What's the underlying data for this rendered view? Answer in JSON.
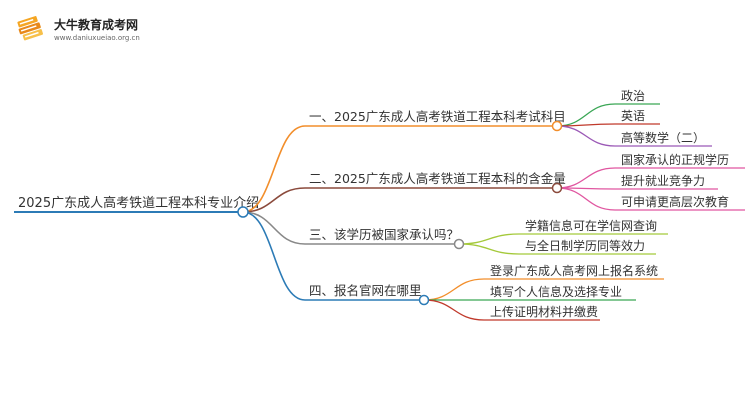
{
  "logo": {
    "name": "大牛教育成考网",
    "url": "www.daniuxueiao.org.cn",
    "icon": "book-stack-icon"
  },
  "root": {
    "label": "2025广东成人高考铁道工程本科专业介绍",
    "color": "#2c7bb6"
  },
  "branches": [
    {
      "label": "一、2025广东成人高考铁道工程本科考试科目",
      "color": "#f28e2b",
      "leaves": [
        {
          "label": "政治",
          "color": "#3aa655"
        },
        {
          "label": "英语",
          "color": "#c0392b"
        },
        {
          "label": "高等数学（二）",
          "color": "#9b59b6"
        }
      ]
    },
    {
      "label": "二、2025广东成人高考铁道工程本科的含金量",
      "color": "#8b4a3c",
      "leaves": [
        {
          "label": "国家承认的正规学历",
          "color": "#e056a0"
        },
        {
          "label": "提升就业竞争力",
          "color": "#e056a0"
        },
        {
          "label": "可申请更高层次教育",
          "color": "#e056a0"
        }
      ]
    },
    {
      "label": "三、该学历被国家承认吗？",
      "color": "#888888",
      "leaves": [
        {
          "label": "学籍信息可在学信网查询",
          "color": "#a4c93a"
        },
        {
          "label": "与全日制学历同等效力",
          "color": "#a4c93a"
        }
      ]
    },
    {
      "label": "四、报名官网在哪里",
      "color": "#2c7bb6",
      "leaves": [
        {
          "label": "登录广东成人高考网上报名系统",
          "color": "#f28e2b"
        },
        {
          "label": "填写个人信息及选择专业",
          "color": "#3aa655"
        },
        {
          "label": "上传证明材料并缴费",
          "color": "#c0392b"
        }
      ]
    }
  ]
}
